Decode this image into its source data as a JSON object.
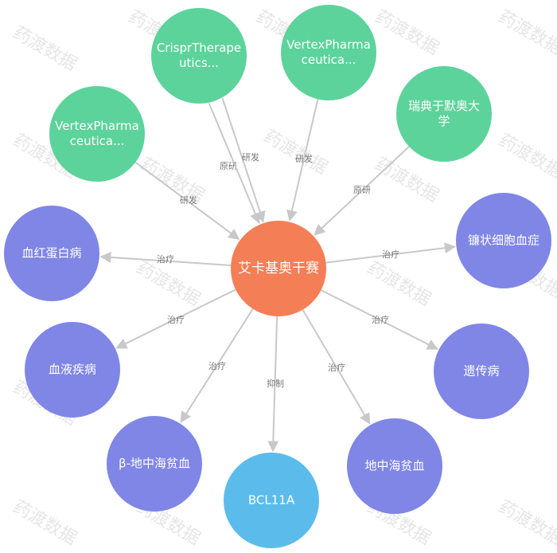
{
  "watermark": "药渡数据",
  "colors": {
    "center": "#f47e55",
    "company": "#5cd39b",
    "disease": "#7f86e6",
    "target": "#5bbcec",
    "edge": "#c8c8c8"
  },
  "nodes": [
    {
      "id": "center",
      "kind": "center",
      "lines": [
        "艾卡基奥干赛"
      ]
    },
    {
      "id": "vertex1",
      "kind": "company",
      "lines": [
        "VertexPharma",
        "ceutica..."
      ]
    },
    {
      "id": "crispr",
      "kind": "company",
      "lines": [
        "CrisprTherape",
        "utics..."
      ]
    },
    {
      "id": "vertex2",
      "kind": "company",
      "lines": [
        "VertexPharma",
        "ceutica..."
      ]
    },
    {
      "id": "karolinska",
      "kind": "company",
      "lines": [
        "瑞典于默奥大",
        "学"
      ]
    },
    {
      "id": "hemoglobinopathy",
      "kind": "disease",
      "lines": [
        "血红蛋白病"
      ]
    },
    {
      "id": "sickle",
      "kind": "disease",
      "lines": [
        "镰状细胞血症"
      ]
    },
    {
      "id": "blood",
      "kind": "disease",
      "lines": [
        "血液疾病"
      ]
    },
    {
      "id": "genetic",
      "kind": "disease",
      "lines": [
        "遗传病"
      ]
    },
    {
      "id": "beta-thal",
      "kind": "disease",
      "lines": [
        "β-地中海贫血"
      ]
    },
    {
      "id": "bcl11a",
      "kind": "target",
      "lines": [
        "BCL11A"
      ]
    },
    {
      "id": "thal",
      "kind": "disease",
      "lines": [
        "地中海贫血"
      ]
    }
  ],
  "edges": [
    {
      "from": "vertex1",
      "to": "center",
      "label": "研发"
    },
    {
      "from": "crispr",
      "to": "center",
      "label": "原研"
    },
    {
      "from": "crispr",
      "to": "center",
      "label": "研发"
    },
    {
      "from": "vertex2",
      "to": "center",
      "label": "研发"
    },
    {
      "from": "karolinska",
      "to": "center",
      "label": "原研"
    },
    {
      "from": "center",
      "to": "hemoglobinopathy",
      "label": "治疗"
    },
    {
      "from": "center",
      "to": "sickle",
      "label": "治疗"
    },
    {
      "from": "center",
      "to": "blood",
      "label": "治疗"
    },
    {
      "from": "center",
      "to": "genetic",
      "label": "治疗"
    },
    {
      "from": "center",
      "to": "beta-thal",
      "label": "治疗"
    },
    {
      "from": "center",
      "to": "bcl11a",
      "label": "抑制"
    },
    {
      "from": "center",
      "to": "thal",
      "label": "治疗"
    }
  ]
}
